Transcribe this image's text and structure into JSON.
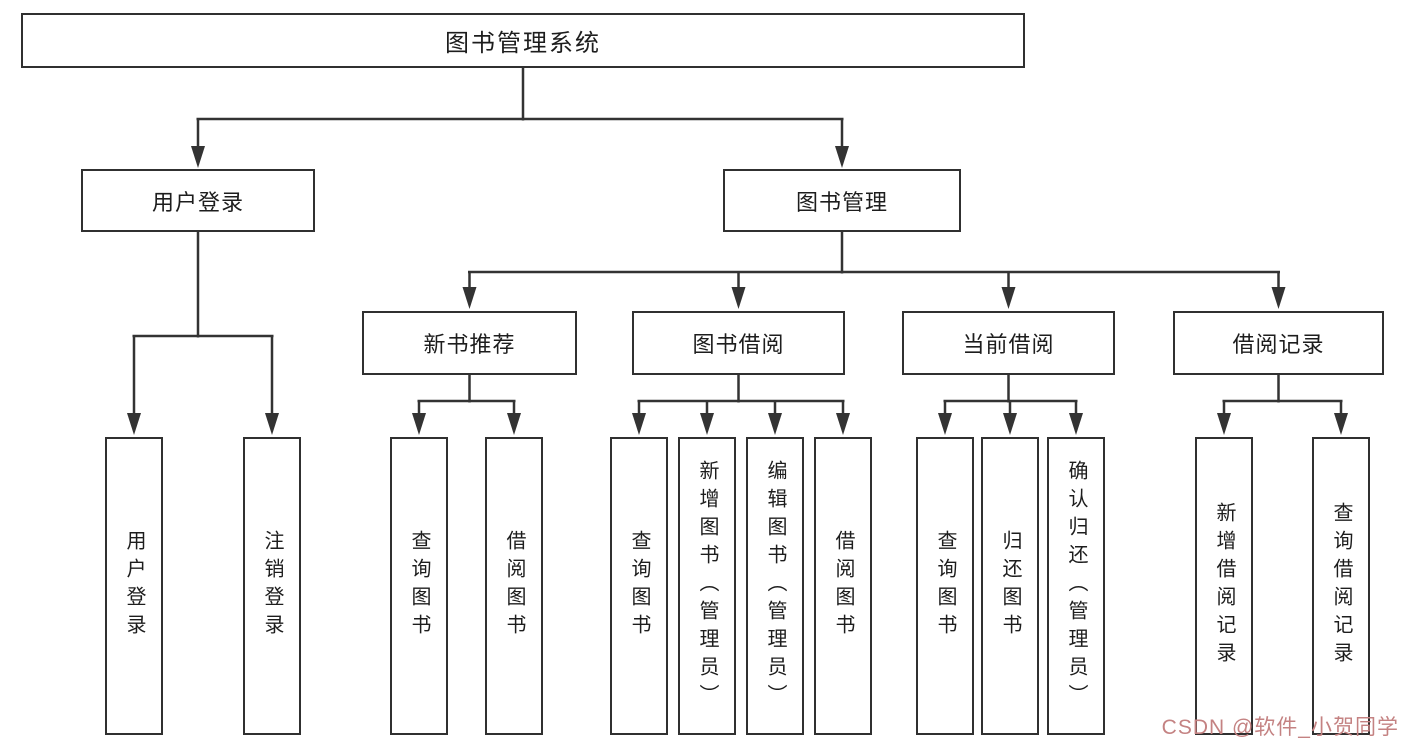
{
  "diagram": {
    "title": "图书管理系统",
    "root": {
      "label": "图书管理系统"
    },
    "level1": [
      {
        "label": "用户登录"
      },
      {
        "label": "图书管理"
      }
    ],
    "level2": [
      {
        "label": "新书推荐"
      },
      {
        "label": "图书借阅"
      },
      {
        "label": "当前借阅"
      },
      {
        "label": "借阅记录"
      }
    ],
    "leaves": {
      "login": [
        "用户登录",
        "注销登录"
      ],
      "recommend": [
        "查询图书",
        "借阅图书"
      ],
      "borrow": [
        "查询图书",
        "新增图书（管理员）",
        "编辑图书（管理员）",
        "借阅图书"
      ],
      "current": [
        "查询图书",
        "归还图书",
        "确认归还（管理员）"
      ],
      "records": [
        "新增借阅记录",
        "查询借阅记录"
      ]
    }
  },
  "watermark": {
    "text": "CSDN @软件_小贺同学"
  },
  "colors": {
    "line": "#333333",
    "border": "#303030",
    "background": "#ffffff",
    "watermark": "#c48282"
  }
}
